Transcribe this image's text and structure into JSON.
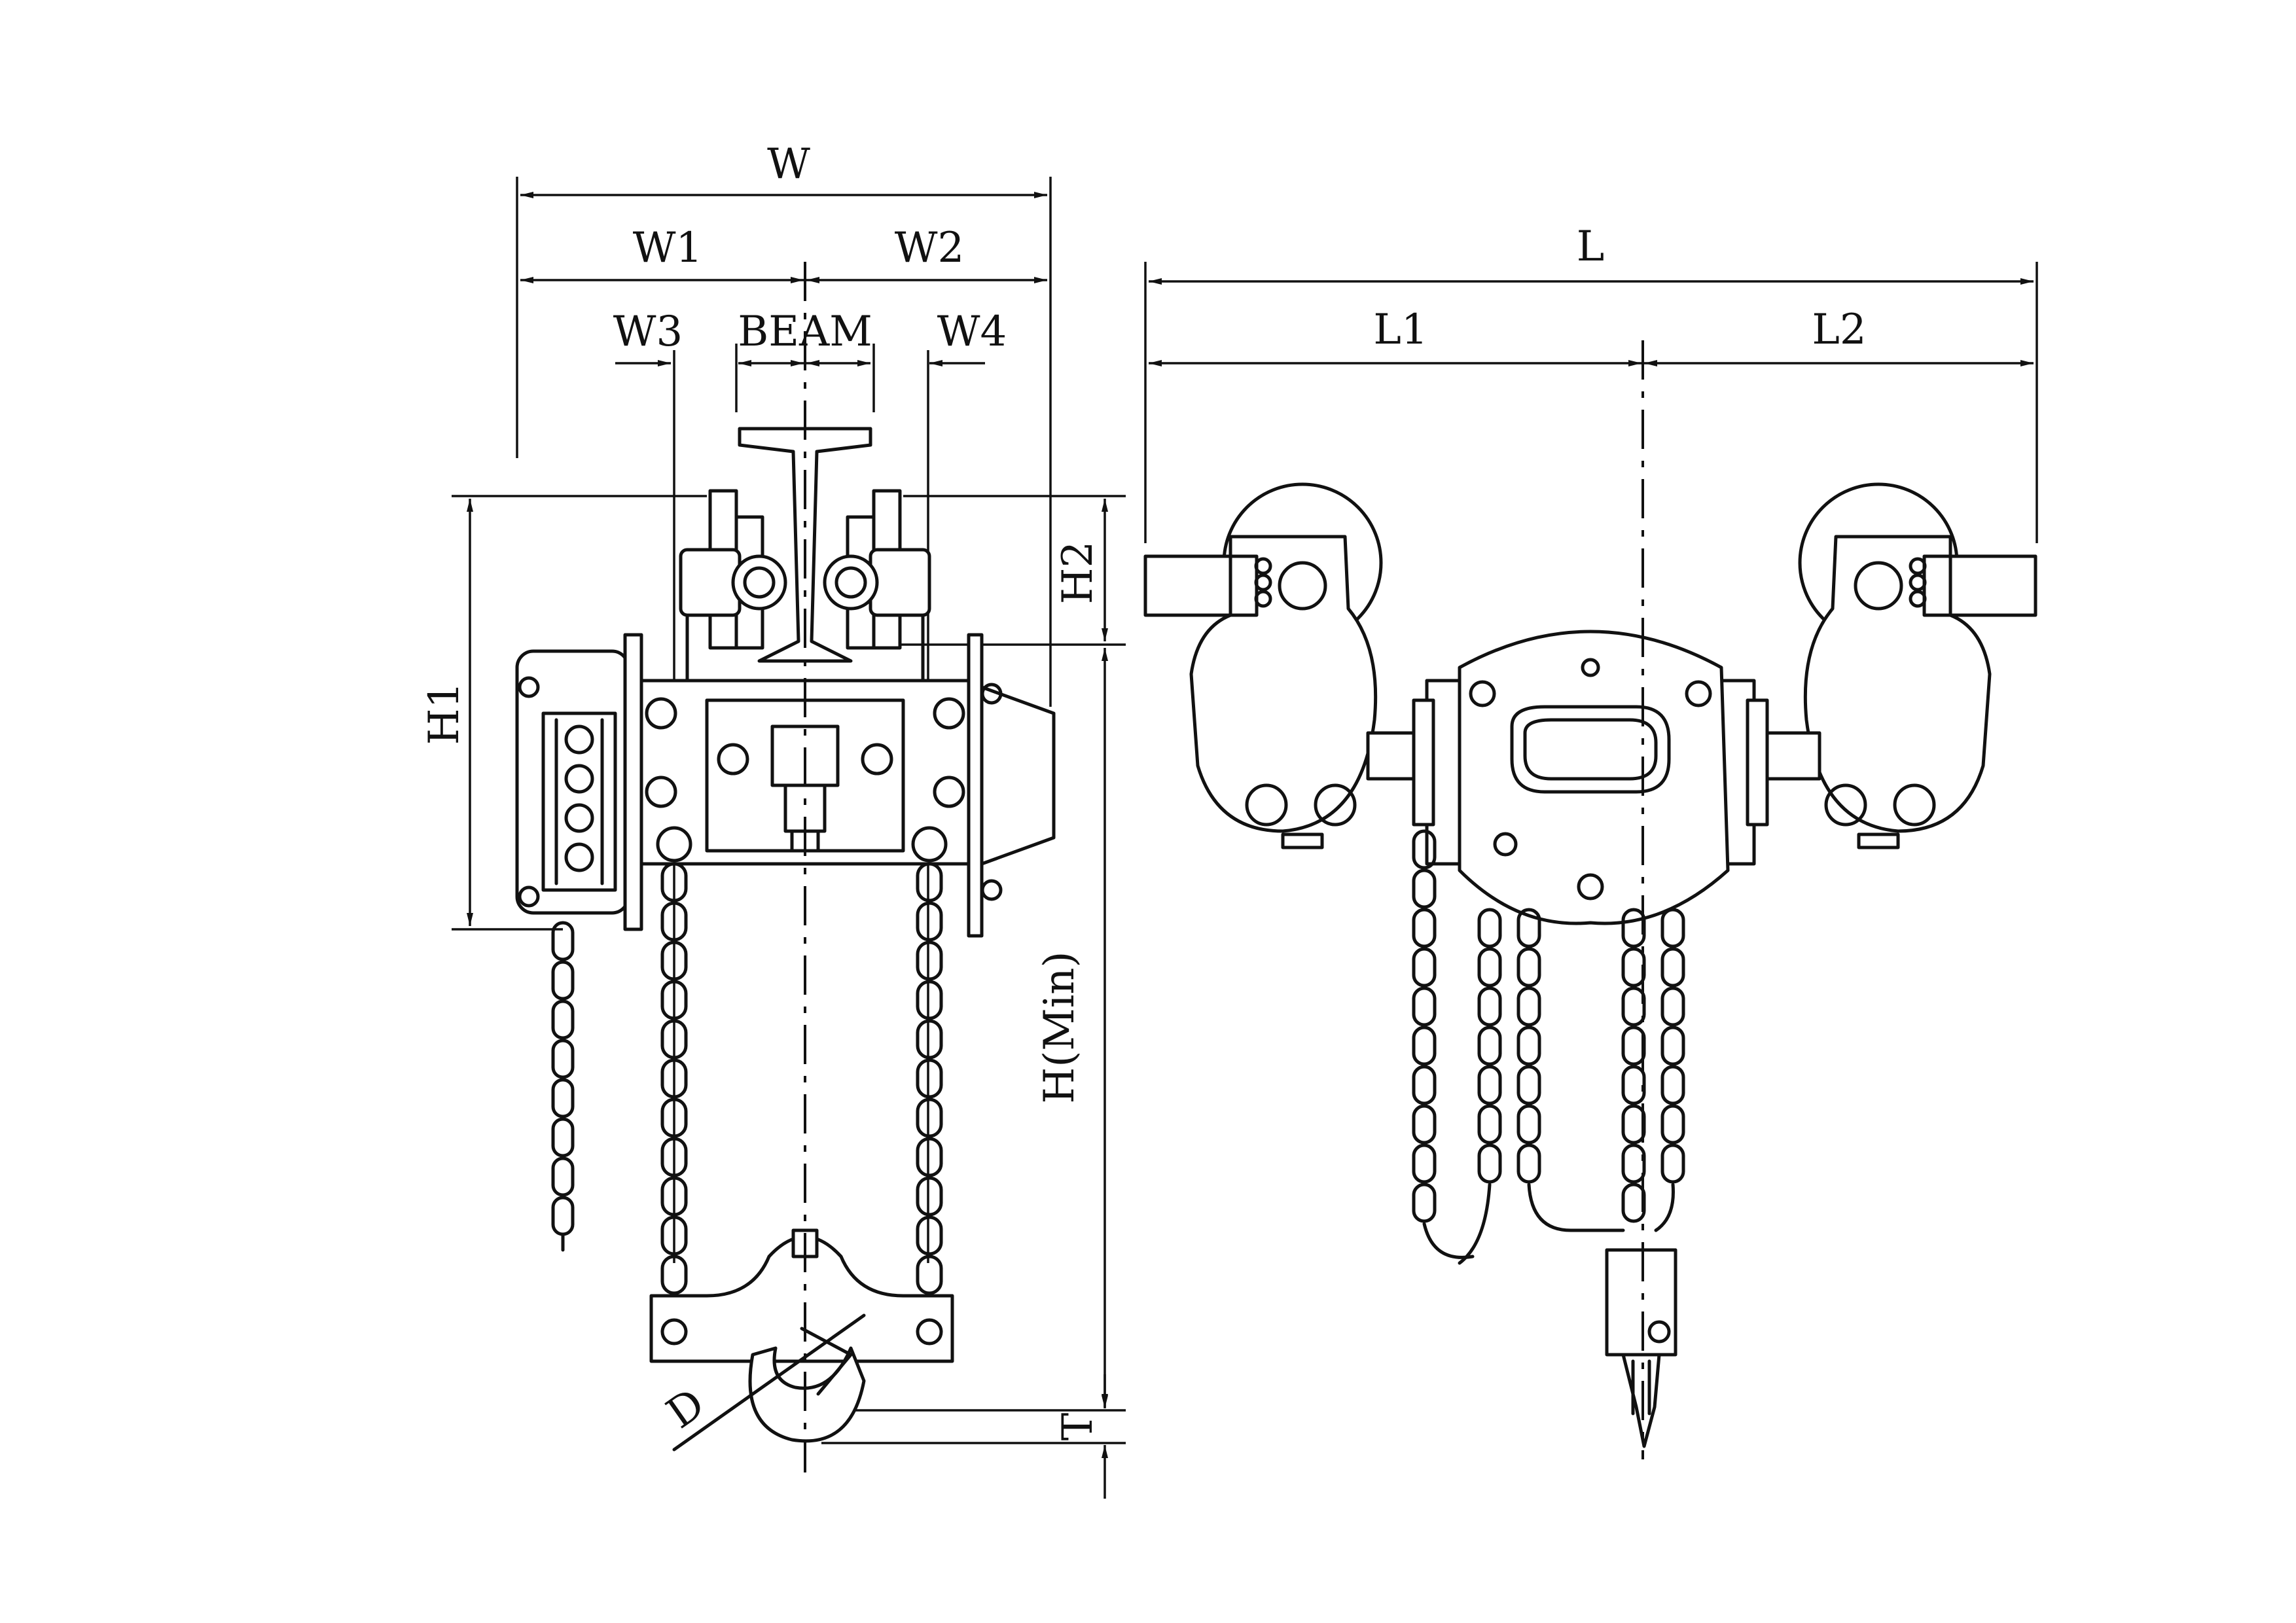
{
  "labels": {
    "W": "W",
    "W1": "W1",
    "W2": "W2",
    "W3": "W3",
    "W4": "W4",
    "BEAM": "BEAM",
    "H1": "H1",
    "H2": "H2",
    "H_min": "H(Min)",
    "D": "D",
    "T": "T",
    "L": "L",
    "L1": "L1",
    "L2": "L2"
  }
}
